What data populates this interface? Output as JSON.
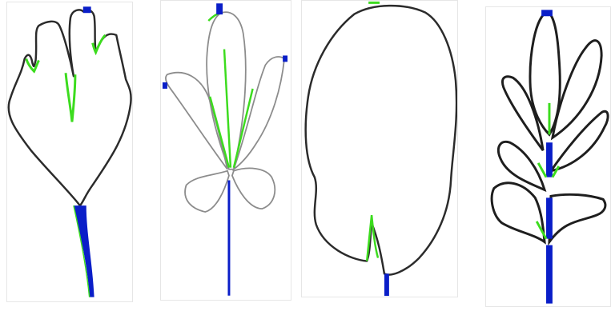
{
  "figure": {
    "panels": [
      {
        "shape": "lobed-fan-leaf",
        "icon": "ginkgo-leaf-icon"
      },
      {
        "shape": "palmate-compound-leaf",
        "icon": "chestnut-leaf-icon"
      },
      {
        "shape": "round-notched-leaf",
        "icon": "lily-pad-leaf-icon"
      },
      {
        "shape": "pinnate-compound-leaf",
        "icon": "fern-leaf-icon"
      }
    ],
    "colors": {
      "outline": "#2b2b2b",
      "outline_light": "#8c8c8c",
      "vein_highlight": "#3cdc1e",
      "stem_highlight": "#0a1ec8",
      "background": "#ffffff"
    }
  }
}
